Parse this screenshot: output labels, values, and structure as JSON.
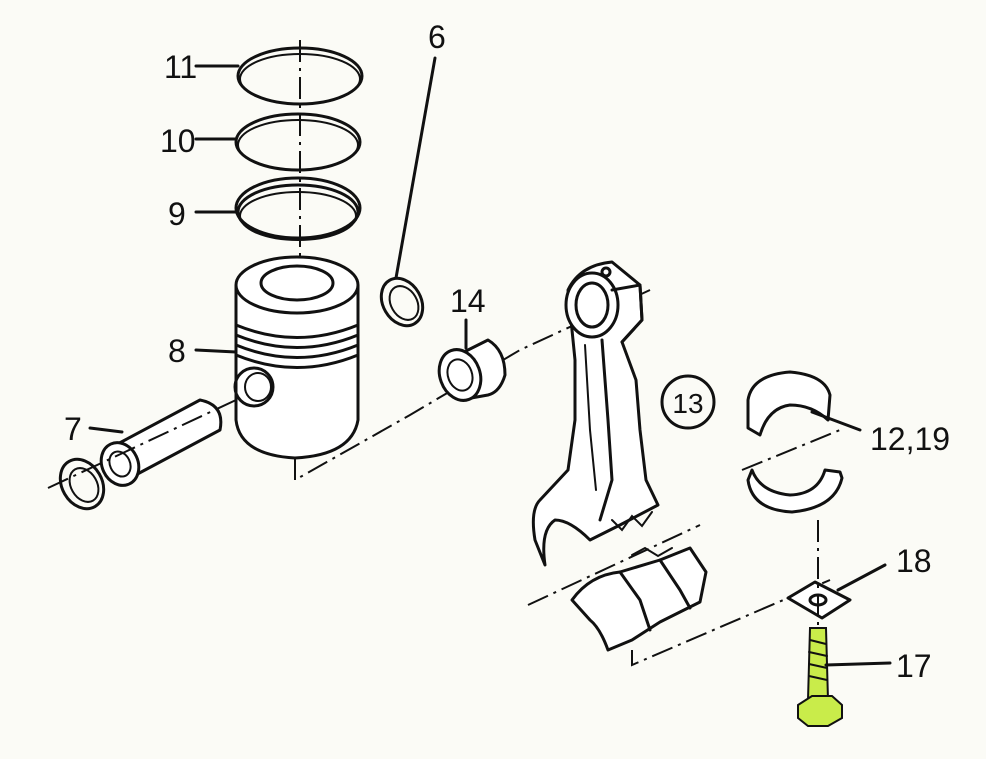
{
  "labels": {
    "p6": "6",
    "p7": "7",
    "p8": "8",
    "p9": "9",
    "p10": "10",
    "p11": "11",
    "p12": "12,19",
    "p13": "13",
    "p14": "14",
    "p17": "17",
    "p18": "18"
  },
  "colors": {
    "ink": "#111111",
    "paper": "#fbfbf6",
    "highlight": "#c9ec4a"
  }
}
